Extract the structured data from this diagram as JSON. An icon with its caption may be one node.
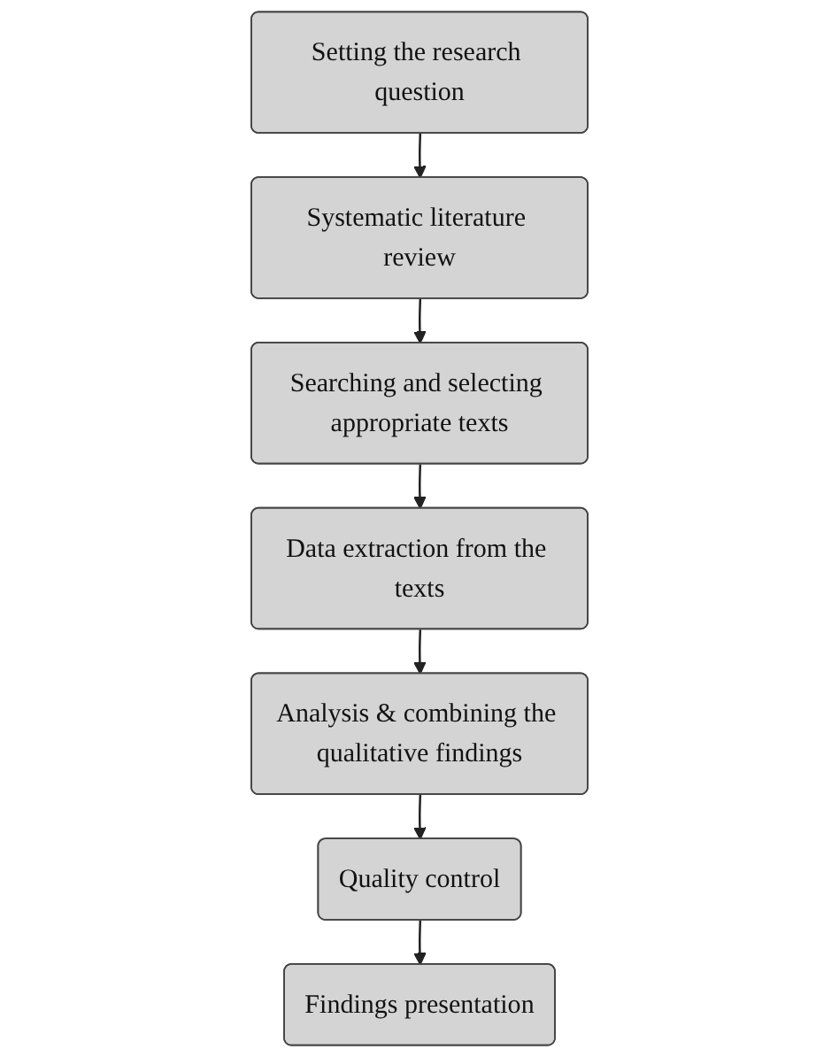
{
  "diagram": {
    "nodes": [
      {
        "text": [
          "Setting the research question"
        ]
      },
      {
        "text": [
          "Systematic literature review"
        ]
      },
      {
        "text": [
          "Searching and selecting appropriate texts"
        ]
      },
      {
        "text": [
          "Data extraction from the texts"
        ]
      },
      {
        "text": [
          "Analysis & combining the qualitative findings"
        ]
      },
      {
        "text": [
          "Quality control"
        ]
      },
      {
        "text": [
          "Findings presentation"
        ]
      }
    ],
    "edges": [
      {
        "from": 0,
        "to": 1,
        "arrow": "to"
      },
      {
        "from": 1,
        "to": 2,
        "arrow": "to"
      },
      {
        "from": 2,
        "to": 3,
        "arrow": "to"
      },
      {
        "from": 3,
        "to": 4,
        "arrow": "to"
      },
      {
        "from": 4,
        "to": 5,
        "arrow": "to"
      },
      {
        "from": 5,
        "to": 6,
        "arrow": "to"
      }
    ]
  }
}
